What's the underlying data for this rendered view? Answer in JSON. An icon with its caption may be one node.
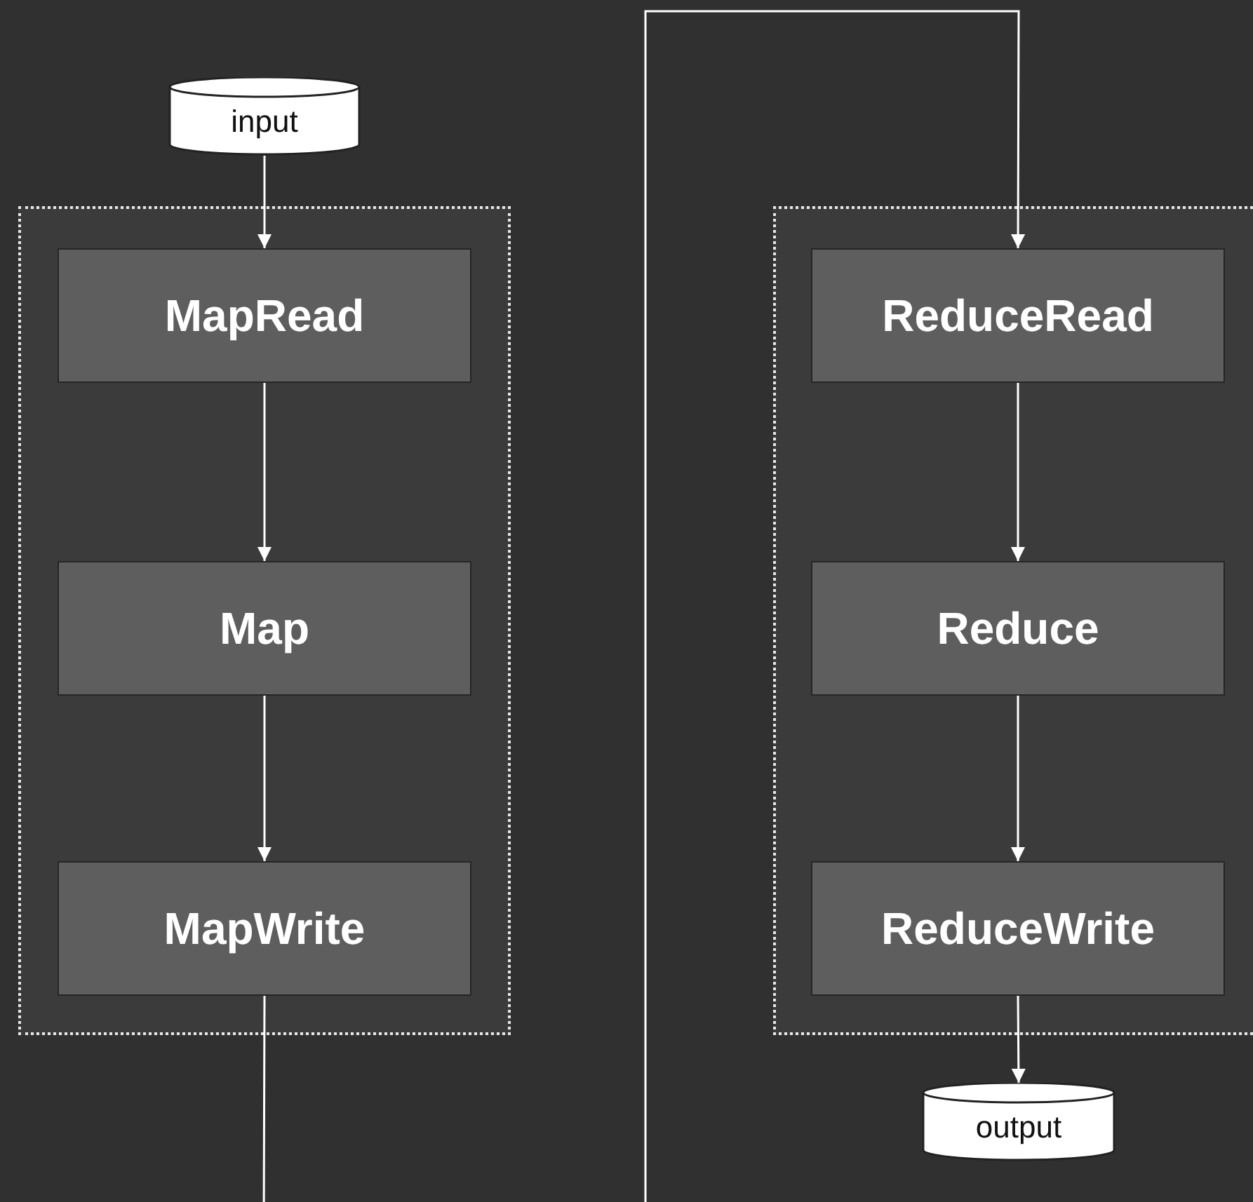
{
  "diagram": {
    "nodes": [
      {
        "text": [
          "input"
        ]
      },
      {
        "text": [],
        "shape": "box"
      },
      {
        "text": [
          "MapRead"
        ],
        "in": 1
      },
      {
        "text": [
          "Map"
        ],
        "in": 1
      },
      {
        "text": [
          "MapWrite"
        ],
        "in": 1
      },
      {
        "text": [],
        "shape": "box"
      },
      {
        "text": [
          "ReduceRead"
        ],
        "in": 5
      },
      {
        "text": [
          "Reduce"
        ],
        "in": 5
      },
      {
        "text": [
          "ReduceWrite"
        ],
        "in": 5
      },
      {
        "text": [
          "output"
        ]
      }
    ],
    "edges": [
      {
        "from": 0,
        "to": 2,
        "arrow": "to"
      },
      {
        "from": 2,
        "to": 3,
        "arrow": "to"
      },
      {
        "from": 3,
        "to": 4,
        "arrow": "to"
      },
      {
        "from": 4,
        "to": 6,
        "arrow": "to"
      },
      {
        "from": 6,
        "to": 7,
        "arrow": "to"
      },
      {
        "from": 7,
        "to": 8,
        "arrow": "to"
      },
      {
        "from": 8,
        "to": 9,
        "arrow": "to"
      }
    ]
  }
}
